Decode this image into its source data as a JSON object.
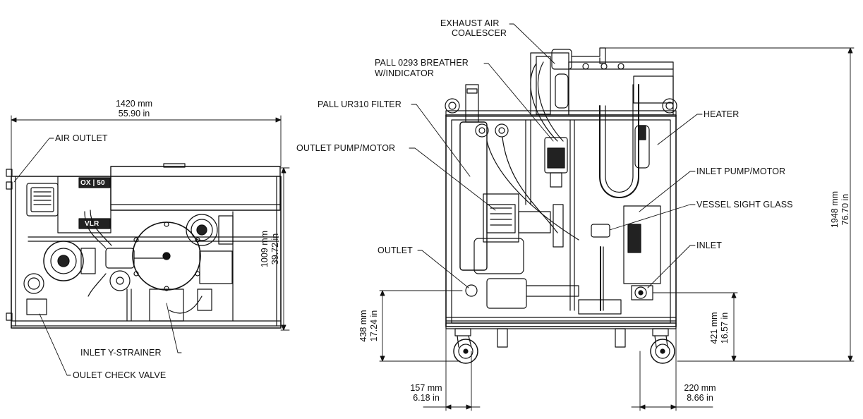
{
  "callouts": {
    "air_outlet": "AIR OUTLET",
    "inlet_y_strainer": "INLET Y-STRAINER",
    "oulet_check_valve": "OULET CHECK VALVE",
    "exhaust_air_coalescer_1": "EXHAUST AIR",
    "exhaust_air_coalescer_2": "COALESCER",
    "pall_breather_1": "PALL 0293 BREATHER",
    "pall_breather_2": "W/INDICATOR",
    "pall_filter": "PALL UR310 FILTER",
    "outlet_pump_motor": "OUTLET PUMP/MOTOR",
    "heater": "HEATER",
    "inlet_pump_motor": "INLET PUMP/MOTOR",
    "vessel_sight_glass": "VESSEL SIGHT GLASS",
    "outlet": "OUTLET",
    "inlet": "INLET"
  },
  "dimensions": {
    "width_mm": "1420 mm",
    "width_in": "55.90 in",
    "side_height_mm": "1009 mm",
    "side_height_in": "39.72 in",
    "total_height_mm": "1948 mm",
    "total_height_in": "76.70 in",
    "outlet_height_mm": "438 mm",
    "outlet_height_in": "17.24 in",
    "inlet_height_mm": "421 mm",
    "inlet_height_in": "16.57 in",
    "left_offset_mm": "157 mm",
    "left_offset_in": "6.18 in",
    "right_offset_mm": "220 mm",
    "right_offset_in": "8.66 in"
  },
  "equipment_markings": {
    "unit_badge_text": "OX | 50",
    "unit_name_text": "VLR"
  }
}
